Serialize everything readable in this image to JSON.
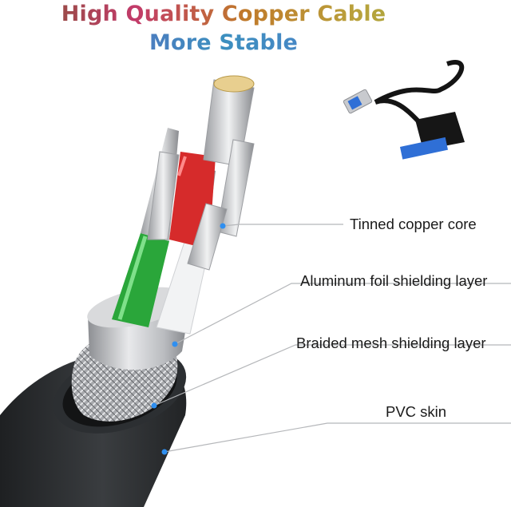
{
  "header": {
    "title": "High Quality Copper Cable",
    "subtitle": "More Stable"
  },
  "callouts": [
    {
      "name": "tinned-copper-core",
      "text": "Tinned copper core"
    },
    {
      "name": "aluminum-foil",
      "text": "Aluminum foil shielding layer"
    },
    {
      "name": "braided-mesh",
      "text": "Braided mesh shielding layer"
    },
    {
      "name": "pvc-skin",
      "text": "PVC skin"
    }
  ],
  "colors": {
    "accent_dot": "#2f8ff0",
    "jacket": "#2f3235",
    "red_wire": "#d62b2b",
    "green_wire": "#2aa63a"
  },
  "icons": [
    "usb-sata-adapter-icon"
  ]
}
